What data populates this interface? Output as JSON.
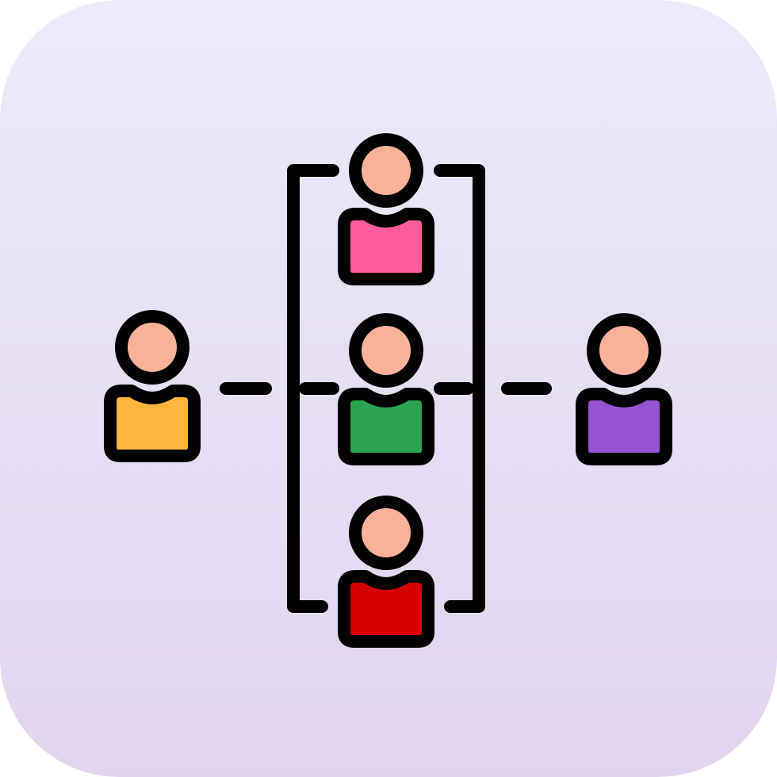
{
  "icon": {
    "name": "team-network-icon",
    "background_top": "#ECEAFB",
    "background_bottom": "#E1D5EE",
    "stroke": "#000000",
    "skin": "#F8B29A"
  },
  "people": [
    {
      "role": "left-person",
      "shirt": "#FCB53F"
    },
    {
      "role": "top-person",
      "shirt": "#FF5C9E"
    },
    {
      "role": "center-person",
      "shirt": "#2BA350"
    },
    {
      "role": "bottom-person",
      "shirt": "#D60000"
    },
    {
      "role": "right-person",
      "shirt": "#9653D4"
    }
  ]
}
